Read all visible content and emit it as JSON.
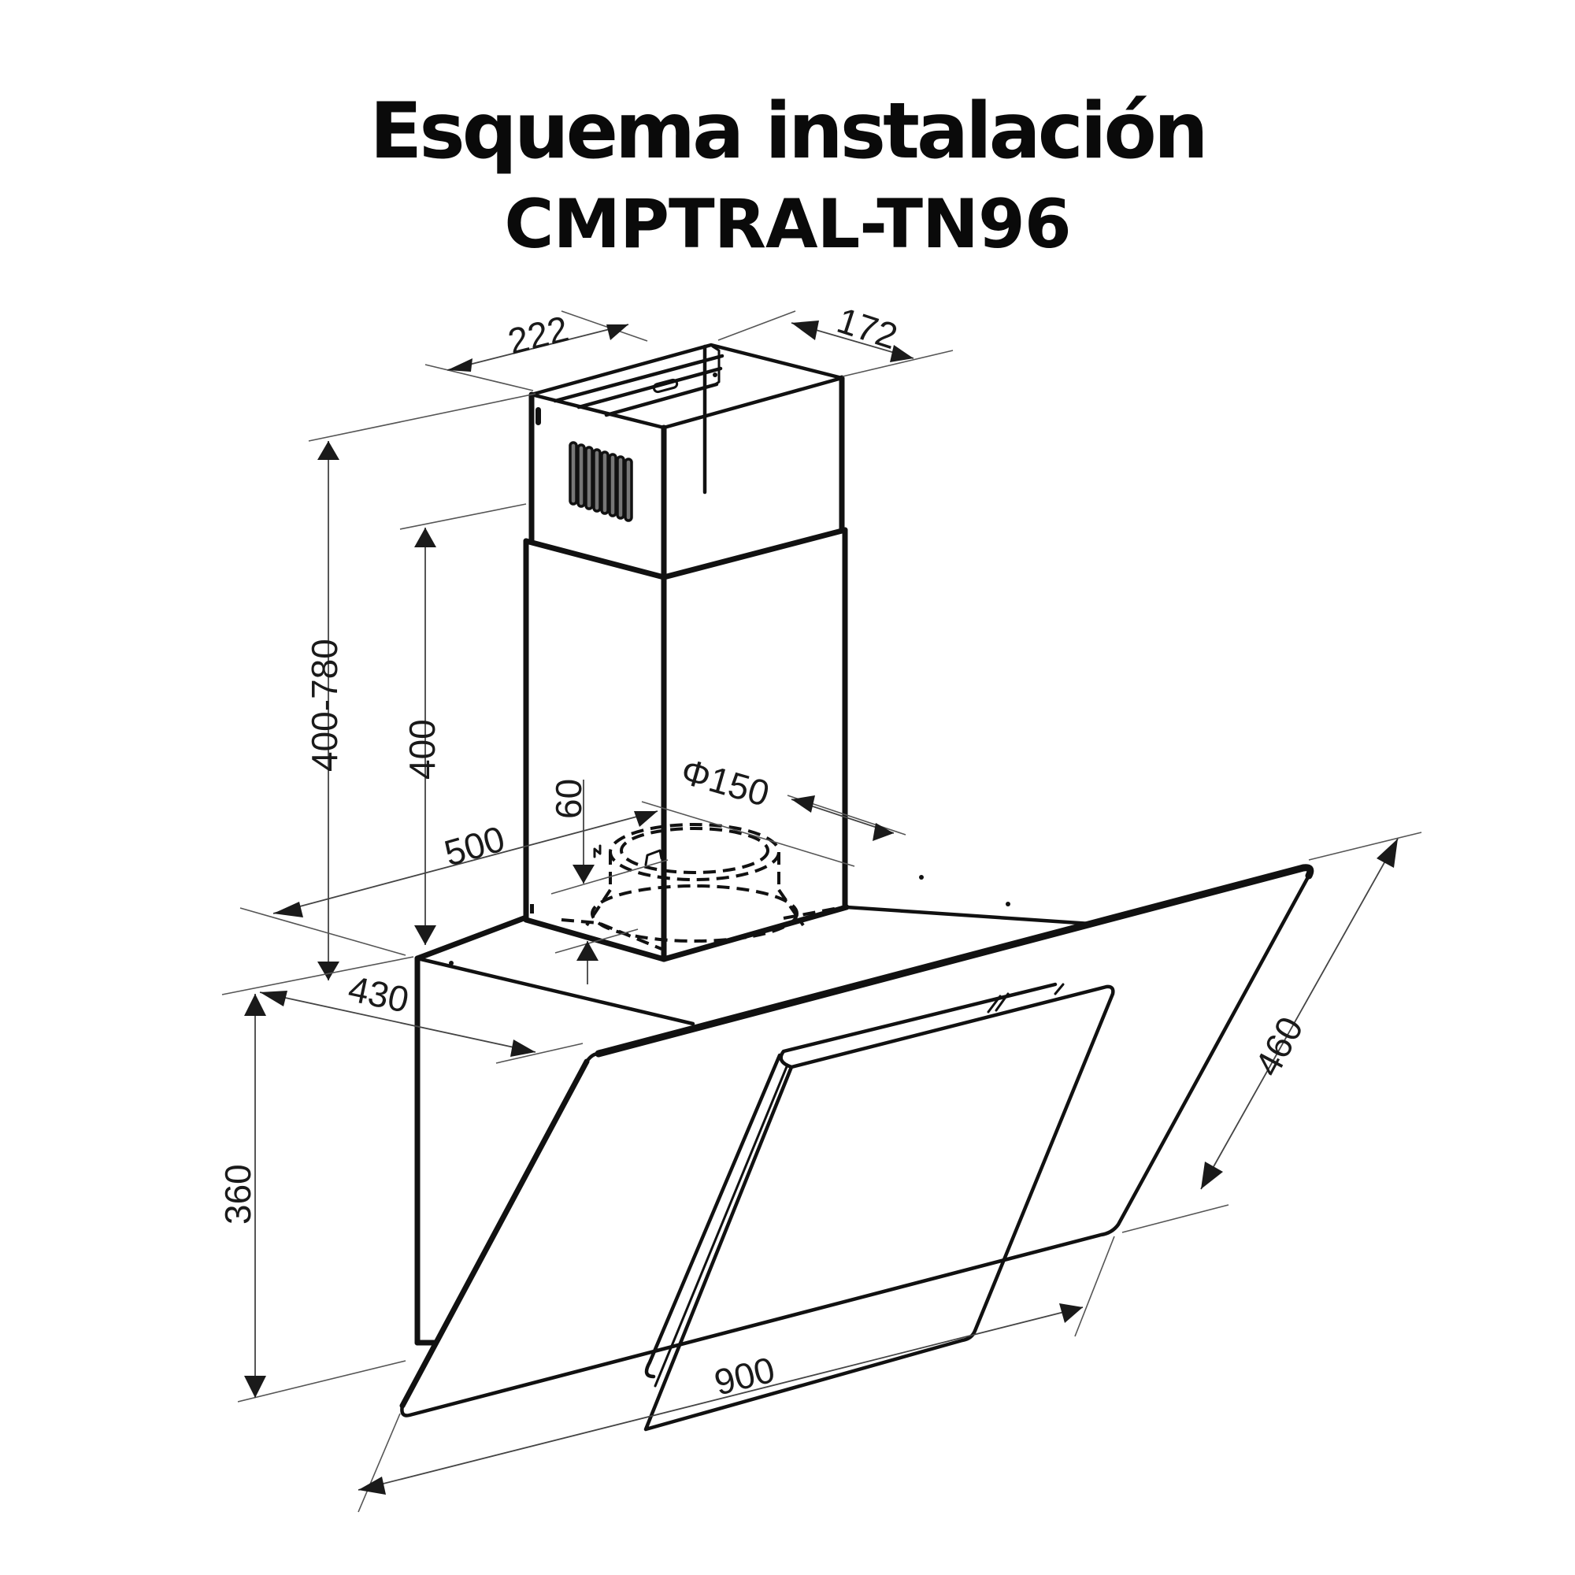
{
  "title": {
    "line1": "Esquema instalación",
    "line2": "CMPTRAL-TN96"
  },
  "dimensions": {
    "chimney_width": "222",
    "chimney_depth": "172",
    "chimney_height_range": "400-780",
    "lower_chimney_height": "400",
    "outlet_offset": "60",
    "outlet_diameter": "Φ150",
    "body_width_top": "500",
    "hood_depth": "430",
    "hood_height": "360",
    "glass_slant_height": "460",
    "hood_width": "900"
  },
  "colors": {
    "line": "#111111",
    "dimension_line": "#444444",
    "background": "#ffffff"
  }
}
